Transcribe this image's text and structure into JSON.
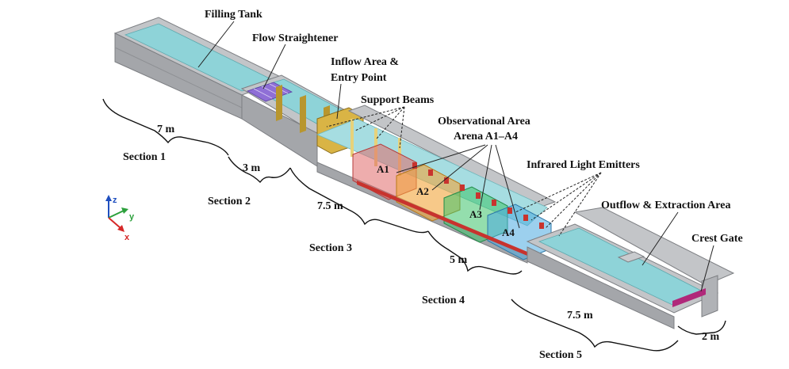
{
  "labels": {
    "filling_tank": "Filling Tank",
    "flow_straightener": "Flow Straightener",
    "inflow_area_1": "Inflow Area &",
    "inflow_area_2": "Entry Point",
    "support_beams": "Support Beams",
    "observational_1": "Observational Area",
    "observational_2": "Arena A1–A4",
    "infrared": "Infrared Light Emitters",
    "outflow": "Outflow & Extraction Area",
    "crest_gate": "Crest Gate"
  },
  "arenas": [
    "A1",
    "A2",
    "A3",
    "A4"
  ],
  "arena_colors": [
    "#e06a6a",
    "#f2a53a",
    "#3cc26a",
    "#4aa9e0"
  ],
  "sections": [
    "Section 1",
    "Section 2",
    "Section 3",
    "Section 4",
    "Section 5"
  ],
  "dimensions": [
    "7 m",
    "3 m",
    "7.5 m",
    "5 m",
    "7.5 m",
    "2 m"
  ],
  "axes": {
    "z": "z",
    "y": "y",
    "x": "x"
  },
  "colors": {
    "concrete": "#b9bbbe",
    "concrete_dark": "#8e9094",
    "water": "#8ed3d8",
    "beam": "#b8962e",
    "emitter": "#c8332e",
    "straightener": "#8f6fd6",
    "gate": "#b0287a"
  }
}
